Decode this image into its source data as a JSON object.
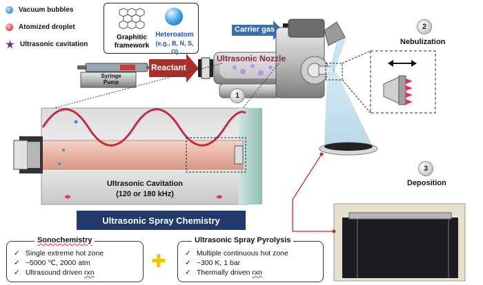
{
  "legend": [
    {
      "label": "Vacuum bubbles",
      "color": "#3a8fd6"
    },
    {
      "label": "Atomized droplet",
      "color": "#d9414a"
    },
    {
      "label": "Ultrasonic cavitation",
      "color": "#6a2a9a"
    }
  ],
  "inset": {
    "graphitic_label_line1": "Graphitic",
    "graphitic_label_line2": "framework",
    "heteroatom_label": "Heteroatom",
    "heteroatom_examples": "(e.g., B, N, S, O)"
  },
  "apparatus": {
    "syringe_pump_line1": "Syringe",
    "syringe_pump_line2": "Pump",
    "reactant_label": "Reactant",
    "carrier_gas_label": "Carrier gas",
    "nozzle_label": "Ultrasonic Nozzle"
  },
  "steps": [
    {
      "number": "1",
      "label": ""
    },
    {
      "number": "2",
      "label": "Nebulization"
    },
    {
      "number": "3",
      "label": "Deposition"
    }
  ],
  "cavitation": {
    "line1": "Ultrasonic Cavitation",
    "line2": "(120 or 180 kHz)"
  },
  "banner": "Ultrasonic Spray Chemistry",
  "sonochemistry": {
    "title": "Sonochemistry",
    "items": [
      {
        "check": "✓",
        "text": "Single extreme hot zone"
      },
      {
        "check": "✓",
        "text": "~5000 ℃, 2000 atm"
      },
      {
        "check": "✓",
        "text_plain": "Ultrasound driven ",
        "text_underlined": "rxn"
      }
    ]
  },
  "pyrolysis": {
    "title": "Ultrasonic Spray Pyrolysis",
    "items": [
      {
        "check": "✓",
        "text": "Multiple continuous hot zone"
      },
      {
        "check": "✓",
        "text": "~300 K, 1 bar"
      },
      {
        "check": "✓",
        "text_plain": "Thermally driven ",
        "text_underlined": "rxn"
      }
    ]
  },
  "plus_sign": "✚",
  "colors": {
    "banner": "#1f3a6b",
    "reactant_arrow": "#a8302a",
    "carrier_arrow": "#3a6fa8",
    "plus": "#f2c500"
  }
}
